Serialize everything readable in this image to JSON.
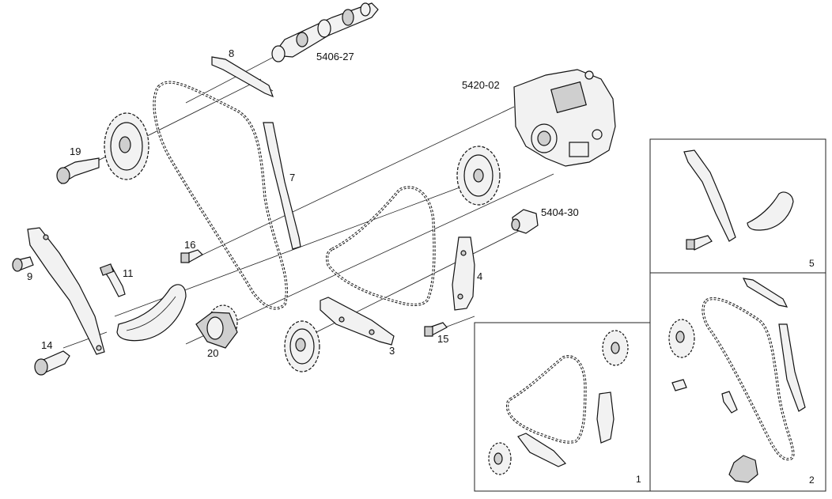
{
  "labels": {
    "camshaft": "5406-27",
    "injection_pump": "5420-02",
    "pump_seal": "5404-30",
    "p8": "8",
    "p7": "7",
    "p19": "19",
    "p16": "16",
    "p9": "9",
    "p11": "11",
    "p14": "14",
    "p20": "20",
    "p3": "3",
    "p15": "15",
    "p4": "4"
  },
  "insets": {
    "inset1": "1",
    "inset2": "2",
    "inset5": "5"
  }
}
